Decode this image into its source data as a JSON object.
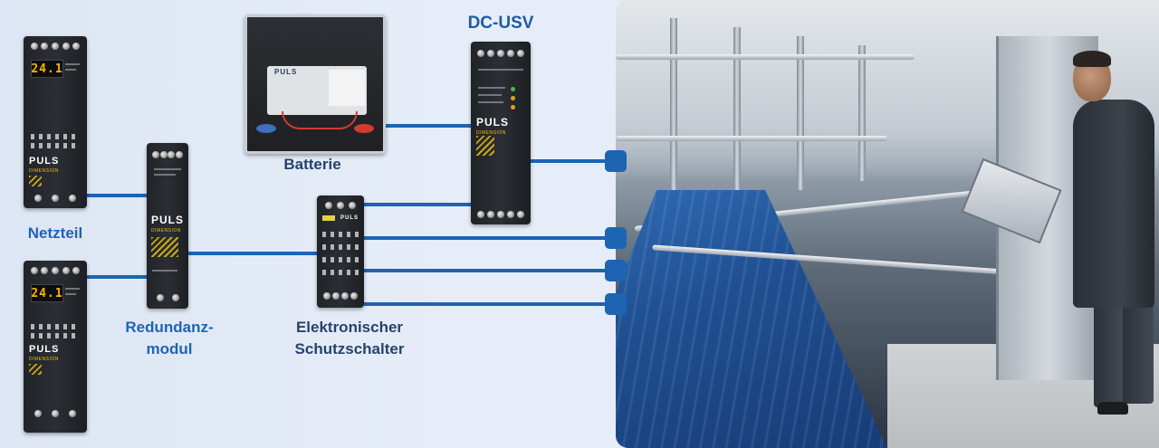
{
  "labels": {
    "netzteil": "Netzteil",
    "redundanz_line1": "Redundanz-",
    "redundanz_line2": "modul",
    "batterie": "Batterie",
    "dcusv": "DC-USV",
    "schutz_line1": "Elektronischer",
    "schutz_line2": "Schutzschalter"
  },
  "devices": {
    "psu_display": "24.1",
    "logo": "PULS",
    "psu_series": "DIMENSION",
    "redundancy_series": "DIMENSION",
    "dcusv_series": "DIMENSION"
  },
  "colors": {
    "accent": "#1f5aa6",
    "connector": "#1d64b3",
    "lcd": "#ffb400",
    "brand_yellow": "#f2c200"
  },
  "icons": {
    "port": "connector-port-icon"
  }
}
